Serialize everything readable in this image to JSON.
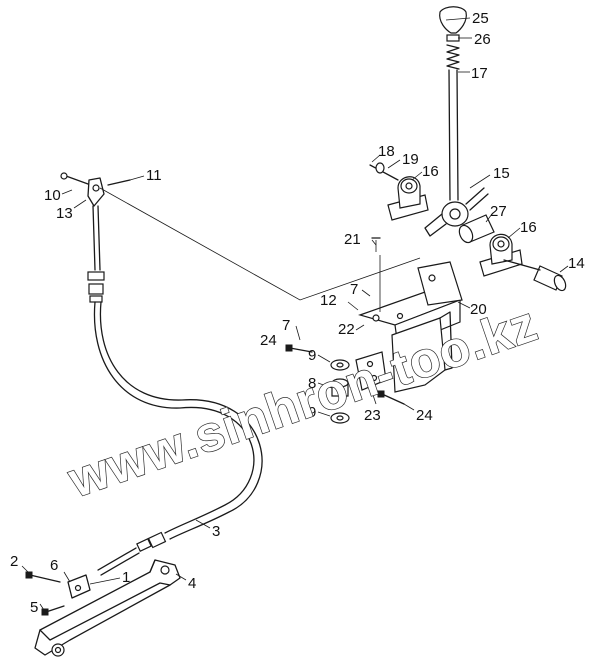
{
  "watermark": {
    "text": "www.sinhron-too.kz"
  },
  "callouts": [
    "1",
    "2",
    "3",
    "4",
    "5",
    "6",
    "7",
    "7",
    "8",
    "9",
    "9",
    "10",
    "11",
    "12",
    "13",
    "14",
    "15",
    "16",
    "16",
    "17",
    "18",
    "19",
    "20",
    "21",
    "22",
    "23",
    "24",
    "24",
    "25",
    "26",
    "27"
  ]
}
